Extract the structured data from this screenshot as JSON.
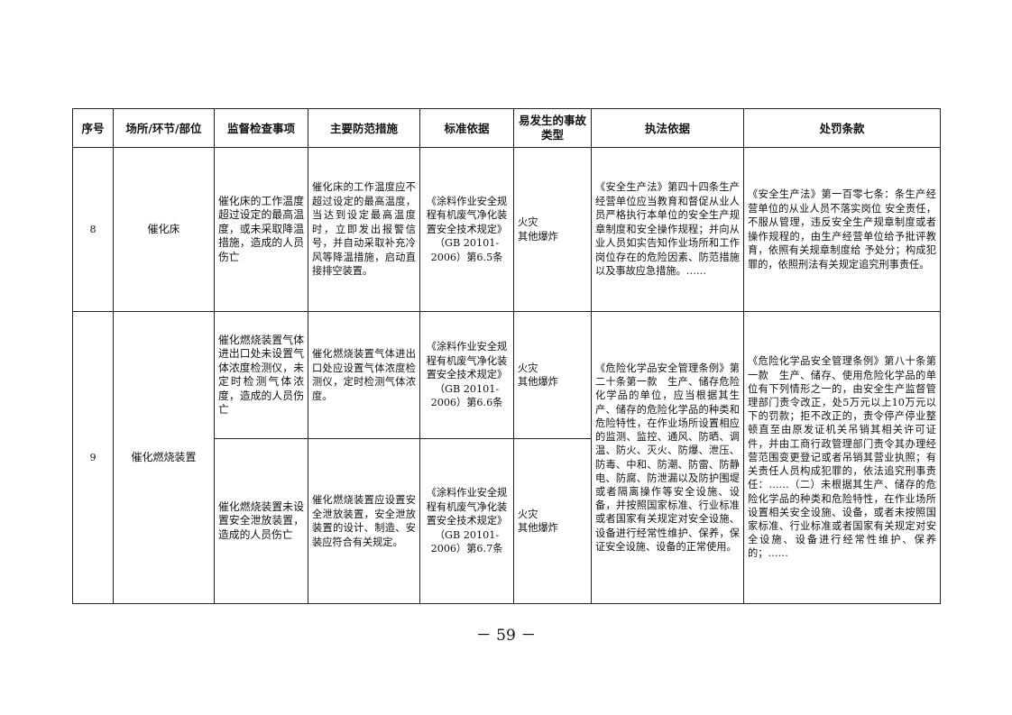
{
  "table": {
    "headers": [
      "序号",
      "场所/环节/部位",
      "监督检查事项",
      "主要防范措施",
      "标准依据",
      "易发生的事故类型",
      "执法依据",
      "处罚条款"
    ],
    "row8": {
      "no": "8",
      "place": "催化床",
      "item": "催化床的工作温度超过设定的最高温度，或未采取降温措施，造成的人员伤亡",
      "measure": "催化床的工作温度应不超过设定的最高温度，当达到设定最高温度时，立即发出报警信号，并自动采取补充冷风等降温措施，启动直接排空装置。",
      "standard": "《涂料作业安全规程有机废气净化装置安全技术规定》（GB 20101-2006）第6.5条",
      "accident": [
        "火灾",
        "其他爆炸"
      ],
      "law": "《安全生产法》第四十四条生产经营单位应当教育和督促从业人员严格执行本单位的安全生产规章制度和安全操作规程；并向从业人员如实告知作业场所和工作岗位存在的危险因素、防范措施以及事故应急措施。……",
      "penalty": "《安全生产法》第一百零七条：条生产经营单位的从业人员不落实岗位 安全责任，不服从管理，违反安全生产规章制度或者操作规程的，由生产经营单位给予批评教育，依照有关规章制度给 予处分；构成犯罪的，依照刑法有关规定追究刑事责任。"
    },
    "row9": {
      "no": "9",
      "place": "催化燃烧装置",
      "item_a": "催化燃烧装置气体进出口处未设置气体浓度检测仪，未定时检测气体浓度，造成的人员伤亡",
      "measure_a": "催化燃烧装置气体进出口处应设置气体浓度检测仪，定时检测气体浓度。",
      "standard_a": "《涂料作业安全规程有机废气净化装置安全技术规定》（GB 20101-2006）第6.6条",
      "accident_a": [
        "火灾",
        "其他爆炸"
      ],
      "item_b": "催化燃烧装置未设置安全泄放装置，造成的人员伤亡",
      "measure_b": "催化燃烧装置应设置安全泄放装置，安全泄放装置的设计、制造、安装应符合有关规定。",
      "standard_b": "《涂料作业安全规程有机废气净化装置安全技术规定》（GB 20101-2006）第6.7条",
      "accident_b": [
        "火灾",
        "其他爆炸"
      ],
      "law": "《危险化学品安全管理条例》第二十条第一款　生产、储存危险化学品的单位，应当根据其生产、储存的危险化学品的种类和危险特性，在作业场所设置相应的监测、监控、通风、防晒、调温、防火、灭火、防爆、泄压、防毒、中和、防潮、防雷、防静电、防腐、防泄漏以及防护围堤或者隔离操作等安全设施、设备，并按照国家标准、行业标准或者国家有关规定对安全设施、设备进行经常性维护、保养，保证安全设施、设备的正常使用。",
      "penalty": "《危险化学品安全管理条例》第八十条第一款　生产、储存、使用危险化学品的单位有下列情形之一的，由安全生产监督管理部门责令改正，处5万元以上10万元以下的罚款；拒不改正的，责令停产停业整顿直至由原发证机关吊销其相关许可证件，并由工商行政管理部门责令其办理经营范围变更登记或者吊销其营业执照；有关责任人员构成犯罪的，依法追究刑事责任：……（二）未根据其生产、储存的危险化学品的种类和危险特性，在作业场所设置相关安全设施、设备，或者未按照国家标准、行业标准或者国家有关规定对安全设施、设备进行经常性维护、保养的；……"
    }
  },
  "page_number": "－ 59 －"
}
